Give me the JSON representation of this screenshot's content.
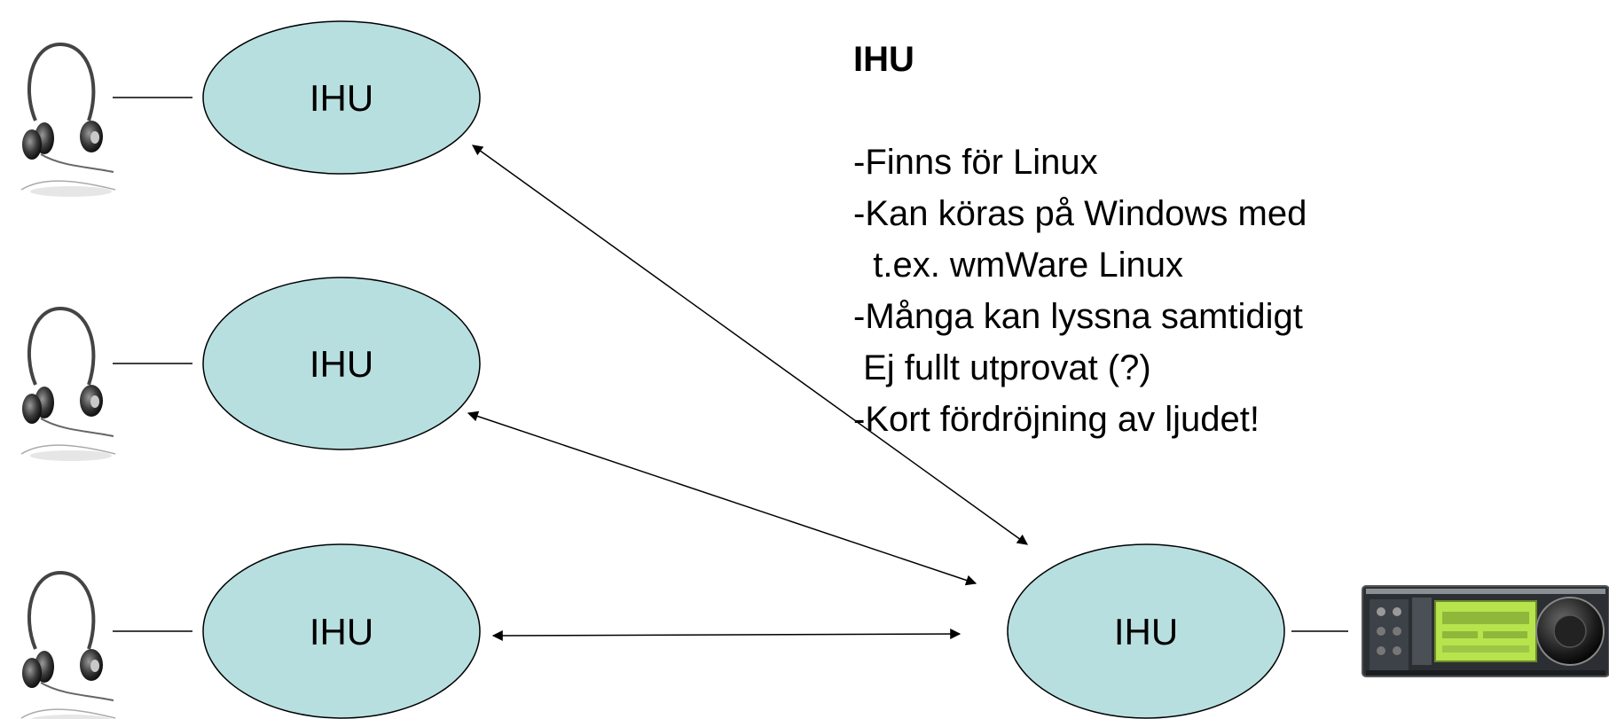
{
  "nodes": {
    "client_1": {
      "label": "IHU"
    },
    "client_2": {
      "label": "IHU"
    },
    "client_3": {
      "label": "IHU"
    },
    "server": {
      "label": "IHU"
    }
  },
  "icons": {
    "client_device": "headset-icon",
    "server_device": "radio-transceiver-icon",
    "radio_display_color": "#b7e34d",
    "node_fill": "#b8dfe0"
  },
  "notes": {
    "title": "IHU",
    "lines": [
      "-Finns för Linux",
      "-Kan köras på Windows med",
      "  t.ex. wmWare Linux",
      "-Många kan lyssna samtidigt",
      " Ej fullt utprovat (?)",
      "-Kort fördröjning av ljudet!"
    ]
  }
}
